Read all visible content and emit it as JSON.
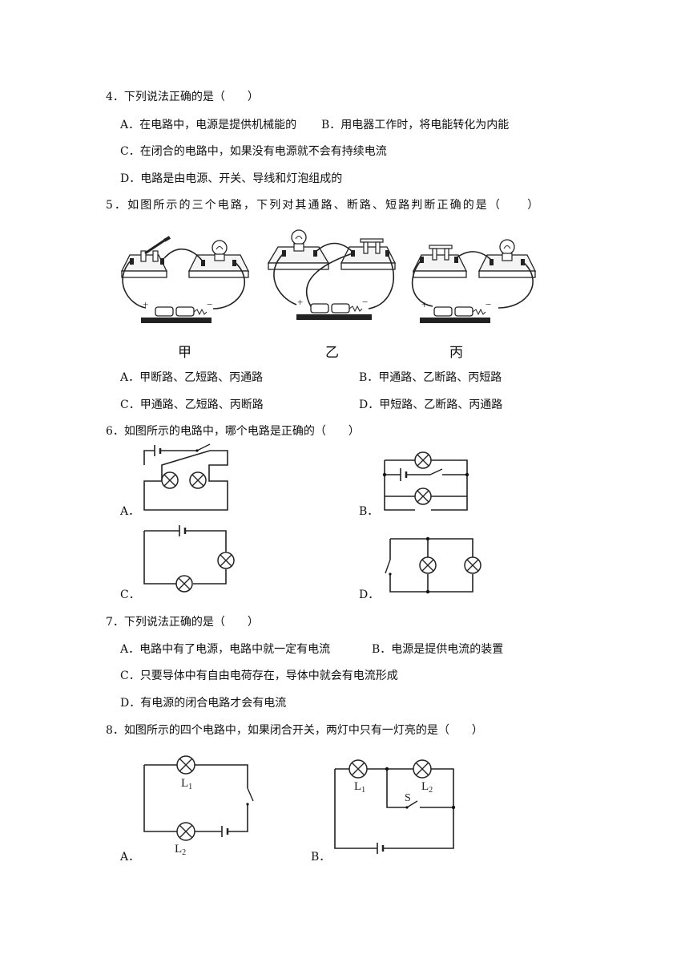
{
  "q4": {
    "stem": "4．下列说法正确的是（　　）",
    "a": "A．在电路中，电源是提供机械能的",
    "b": "B．用电器工作时，将电能转化为内能",
    "c": "C．在闭合的电路中，如果没有电源就不会有持续电流",
    "d": "D．电路是由电源、开关、导线和灯泡组成的"
  },
  "q5": {
    "stem": "5．如图所示的三个电路，下列对其通路、断路、短路判断正确的是（　　）",
    "captions": [
      "甲",
      "乙",
      "丙"
    ],
    "a": "A．甲断路、乙短路、丙通路",
    "b": "B．甲通路、乙断路、丙短路",
    "c": "C．甲通路、乙短路、丙断路",
    "d": "D．甲短路、乙断路、丙通路"
  },
  "q6": {
    "stem": "6．如图所示的电路中，哪个电路是正确的（　　）",
    "labels": [
      "A．",
      "B．",
      "C．",
      "D．"
    ]
  },
  "q7": {
    "stem": "7．下列说法正确的是（　　）",
    "a": "A．电路中有了电源，电路中就一定有电流",
    "b": "B．电源是提供电流的装置",
    "c": "C．只要导体中有自由电荷存在，导体中就会有电流形成",
    "d": "D．有电源的闭合电路才会有电流"
  },
  "q8": {
    "stem": "8．如图所示的四个电路中，如果闭合开关，两灯中只有一灯亮的是（　　）",
    "labels": [
      "A．",
      "B．"
    ],
    "lamp1": "L",
    "lamp1_sub": "1",
    "lamp2": "L",
    "lamp2_sub": "2",
    "switch": "S"
  }
}
